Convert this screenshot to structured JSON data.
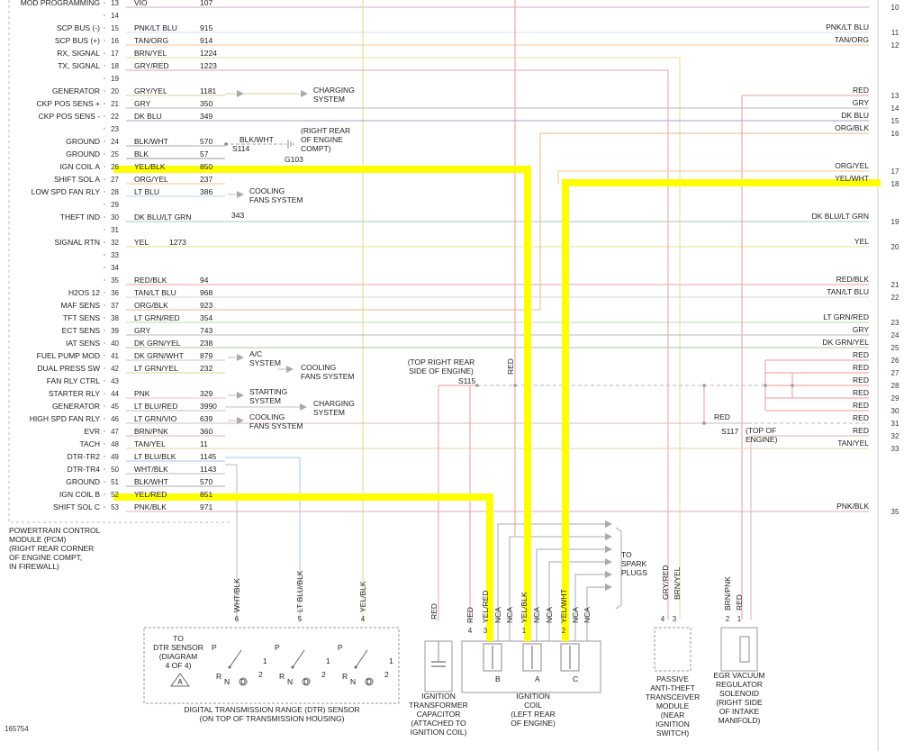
{
  "pcm": {
    "pins": [
      {
        "pin": "13",
        "wire": "VIO",
        "circuit": "107",
        "func": "MOD PROGRAMMING"
      },
      {
        "pin": "14",
        "wire": "",
        "circuit": "",
        "func": ""
      },
      {
        "pin": "15",
        "wire": "PNK/LT BLU",
        "circuit": "915",
        "func": "SCP BUS (-)"
      },
      {
        "pin": "16",
        "wire": "TAN/ORG",
        "circuit": "914",
        "func": "SCP BUS (+)"
      },
      {
        "pin": "17",
        "wire": "BRN/YEL",
        "circuit": "1224",
        "func": "RX, SIGNAL"
      },
      {
        "pin": "18",
        "wire": "GRY/RED",
        "circuit": "1223",
        "func": "TX, SIGNAL"
      },
      {
        "pin": "19",
        "wire": "",
        "circuit": "",
        "func": ""
      },
      {
        "pin": "20",
        "wire": "GRY/YEL",
        "circuit": "1181",
        "func": "GENERATOR"
      },
      {
        "pin": "21",
        "wire": "GRY",
        "circuit": "350",
        "func": "CKP POS SENS +"
      },
      {
        "pin": "22",
        "wire": "DK BLU",
        "circuit": "349",
        "func": "CKP POS SENS -"
      },
      {
        "pin": "23",
        "wire": "",
        "circuit": "",
        "func": ""
      },
      {
        "pin": "24",
        "wire": "BLK/WHT",
        "circuit": "570",
        "func": "GROUND"
      },
      {
        "pin": "25",
        "wire": "BLK",
        "circuit": "57",
        "func": "GROUND"
      },
      {
        "pin": "26",
        "wire": "YEL/BLK",
        "circuit": "850",
        "func": "IGN COIL A"
      },
      {
        "pin": "27",
        "wire": "ORG/YEL",
        "circuit": "237",
        "func": "SHIFT SOL A"
      },
      {
        "pin": "28",
        "wire": "LT BLU",
        "circuit": "386",
        "func": "LOW SPD FAN RLY"
      },
      {
        "pin": "29",
        "wire": "",
        "circuit": "",
        "func": ""
      },
      {
        "pin": "30",
        "wire": "DK BLU/LT GRN",
        "circuit": "",
        "func": "THEFT IND"
      },
      {
        "pin": "31",
        "wire": "",
        "circuit": "",
        "func": ""
      },
      {
        "pin": "32",
        "wire": "YEL",
        "circuit": "1273",
        "func": "SIGNAL RTN"
      },
      {
        "pin": "33",
        "wire": "",
        "circuit": "",
        "func": ""
      },
      {
        "pin": "34",
        "wire": "",
        "circuit": "",
        "func": ""
      },
      {
        "pin": "35",
        "wire": "RED/BLK",
        "circuit": "94",
        "func": ""
      },
      {
        "pin": "36",
        "wire": "TAN/LT BLU",
        "circuit": "968",
        "func": "H2OS 12"
      },
      {
        "pin": "37",
        "wire": "ORG/BLK",
        "circuit": "923",
        "func": "MAF SENS"
      },
      {
        "pin": "38",
        "wire": "LT GRN/RED",
        "circuit": "354",
        "func": "TFT SENS"
      },
      {
        "pin": "39",
        "wire": "GRY",
        "circuit": "743",
        "func": "ECT SENS"
      },
      {
        "pin": "40",
        "wire": "DK GRN/YEL",
        "circuit": "238",
        "func": "IAT SENS"
      },
      {
        "pin": "41",
        "wire": "DK GRN/WHT",
        "circuit": "879",
        "func": "FUEL PUMP MOD"
      },
      {
        "pin": "42",
        "wire": "LT GRN/YEL",
        "circuit": "232",
        "func": "DUAL PRESS SW"
      },
      {
        "pin": "43",
        "wire": "",
        "circuit": "",
        "func": "FAN RLY CTRL"
      },
      {
        "pin": "44",
        "wire": "PNK",
        "circuit": "329",
        "func": "STARTER RLY"
      },
      {
        "pin": "45",
        "wire": "LT BLU/RED",
        "circuit": "3990",
        "func": "GENERATOR"
      },
      {
        "pin": "46",
        "wire": "LT GRN/VIO",
        "circuit": "639",
        "func": "HIGH SPD FAN RLY"
      },
      {
        "pin": "47",
        "wire": "BRN/PNK",
        "circuit": "360",
        "func": "EVR"
      },
      {
        "pin": "48",
        "wire": "TAN/YEL",
        "circuit": "11",
        "func": "TACH"
      },
      {
        "pin": "49",
        "wire": "LT BLU/BLK",
        "circuit": "1145",
        "func": "DTR-TR2"
      },
      {
        "pin": "50",
        "wire": "WHT/BLK",
        "circuit": "1143",
        "func": "DTR-TR4"
      },
      {
        "pin": "51",
        "wire": "BLK/WHT",
        "circuit": "570",
        "func": "GROUND"
      },
      {
        "pin": "52",
        "wire": "YEL/RED",
        "circuit": "851",
        "func": "IGN COIL B"
      },
      {
        "pin": "53",
        "wire": "PNK/BLK",
        "circuit": "971",
        "func": "SHIFT SOL C"
      }
    ],
    "theft_circuit": "343",
    "module_label": [
      "POWERTRAIN CONTROL",
      "MODULE (PCM)",
      "(RIGHT REAR CORNER",
      "OF ENGINE COMPT,",
      "IN FIREWALL)"
    ]
  },
  "right_rows": [
    {
      "color": "",
      "num": "10"
    },
    {
      "color": "PNK/LT BLU",
      "num": "11"
    },
    {
      "color": "TAN/ORG",
      "num": "12"
    },
    {
      "color": "RED",
      "num": "13"
    },
    {
      "color": "GRY",
      "num": "14"
    },
    {
      "color": "DK BLU",
      "num": "15"
    },
    {
      "color": "ORG/BLK",
      "num": "16"
    },
    {
      "color": "ORG/YEL",
      "num": "17"
    },
    {
      "color": "YEL/WHT",
      "num": "18"
    },
    {
      "color": "DK BLU/LT GRN",
      "num": "19"
    },
    {
      "color": "YEL",
      "num": "20"
    },
    {
      "color": "RED/BLK",
      "num": "21"
    },
    {
      "color": "TAN/LT BLU",
      "num": "22"
    },
    {
      "color": "LT GRN/RED",
      "num": "23"
    },
    {
      "color": "GRY",
      "num": "24"
    },
    {
      "color": "DK GRN/YEL",
      "num": "25"
    },
    {
      "color": "RED",
      "num": "26"
    },
    {
      "color": "RED",
      "num": "27"
    },
    {
      "color": "RED",
      "num": "28"
    },
    {
      "color": "RED",
      "num": "29"
    },
    {
      "color": "RED",
      "num": "30"
    },
    {
      "color": "RED",
      "num": "31"
    },
    {
      "color": "RED",
      "num": "32"
    },
    {
      "color": "TAN/YEL",
      "num": "33"
    },
    {
      "color": "PNK/BLK",
      "num": "35"
    }
  ],
  "refs": {
    "charging1": [
      "CHARGING",
      "SYSTEM"
    ],
    "cooling1": [
      "COOLING",
      "FANS SYSTEM"
    ],
    "ac": [
      "A/C",
      "SYSTEM"
    ],
    "cooling2": [
      "COOLING",
      "FANS SYSTEM"
    ],
    "starting": [
      "STARTING",
      "SYSTEM"
    ],
    "charging2": [
      "CHARGING",
      "SYSTEM"
    ],
    "cooling3": [
      "COOLING",
      "FANS SYSTEM"
    ]
  },
  "ground": {
    "wire": "BLK/WHT",
    "splice": "S114",
    "ground_point": "G103",
    "location": [
      "(RIGHT REAR",
      "OF ENGINE",
      "COMPT)"
    ]
  },
  "splices": {
    "s115": "S115",
    "s115_loc": [
      "(TOP RIGHT REAR",
      "SIDE OF ENGINE)"
    ],
    "s115_wire": "RED",
    "s117": "S117",
    "s117_loc": [
      "(TOP OF",
      "ENGINE)"
    ],
    "s117_wire": "RED"
  },
  "dtr": {
    "wires": [
      {
        "pin": "6",
        "color": "WHT/BLK"
      },
      {
        "pin": "5",
        "color": "LT BLU/BLK"
      },
      {
        "pin": "4",
        "color": "YEL/BLK"
      }
    ],
    "to": [
      "TO",
      "DTR SENSOR",
      "(DIAGRAM",
      "4 OF 4)"
    ],
    "ref": "A",
    "label": [
      "DIGITAL TRANSMISSION RANGE (DTR) SENSOR",
      "(ON TOP OF TRANSMISSION HOUSING)"
    ],
    "contacts": [
      "P",
      "R",
      "N",
      "D",
      "1",
      "2"
    ]
  },
  "capacitor": {
    "wire": "RED",
    "label": [
      "IGNITION",
      "TRANSFORMER",
      "CAPACITOR",
      "(ATTACHED TO",
      "IGNITION COIL)"
    ]
  },
  "coil": {
    "wires": [
      {
        "pin": "4",
        "color": "RED"
      },
      {
        "pin": "3",
        "color": "YEL/RED"
      },
      {
        "pin": "",
        "color": "NCA"
      },
      {
        "pin": "",
        "color": "NCA"
      },
      {
        "pin": "1",
        "color": "YEL/BLK"
      },
      {
        "pin": "",
        "color": "NCA"
      },
      {
        "pin": "",
        "color": "NCA"
      },
      {
        "pin": "2",
        "color": "YEL/WHT"
      },
      {
        "pin": "",
        "color": "NCA"
      },
      {
        "pin": "",
        "color": "NCA"
      }
    ],
    "sections": [
      "B",
      "A",
      "C"
    ],
    "to_plugs": [
      "TO",
      "SPARK",
      "PLUGS"
    ],
    "label": [
      "IGNITION",
      "COIL",
      "(LEFT REAR",
      "OF ENGINE)"
    ]
  },
  "pats": {
    "wires": [
      {
        "pin": "4",
        "color": "GRY/RED"
      },
      {
        "pin": "3",
        "color": "BRN/YEL"
      }
    ],
    "label": [
      "PASSIVE",
      "ANTI-THEFT",
      "TRANSCEIVER",
      "MODULE",
      "(NEAR",
      "IGNITION",
      "SWITCH)"
    ]
  },
  "egr": {
    "wires": [
      {
        "pin": "2",
        "color": "BRN/PNK"
      },
      {
        "pin": "1",
        "color": "RED"
      }
    ],
    "label": [
      "EGR VACUUM",
      "REGULATOR",
      "SOLENOID",
      "(RIGHT SIDE",
      "OF INTAKE",
      "MANIFOLD)"
    ]
  },
  "figure_number": "165754",
  "highlight_color": "#ffff00"
}
